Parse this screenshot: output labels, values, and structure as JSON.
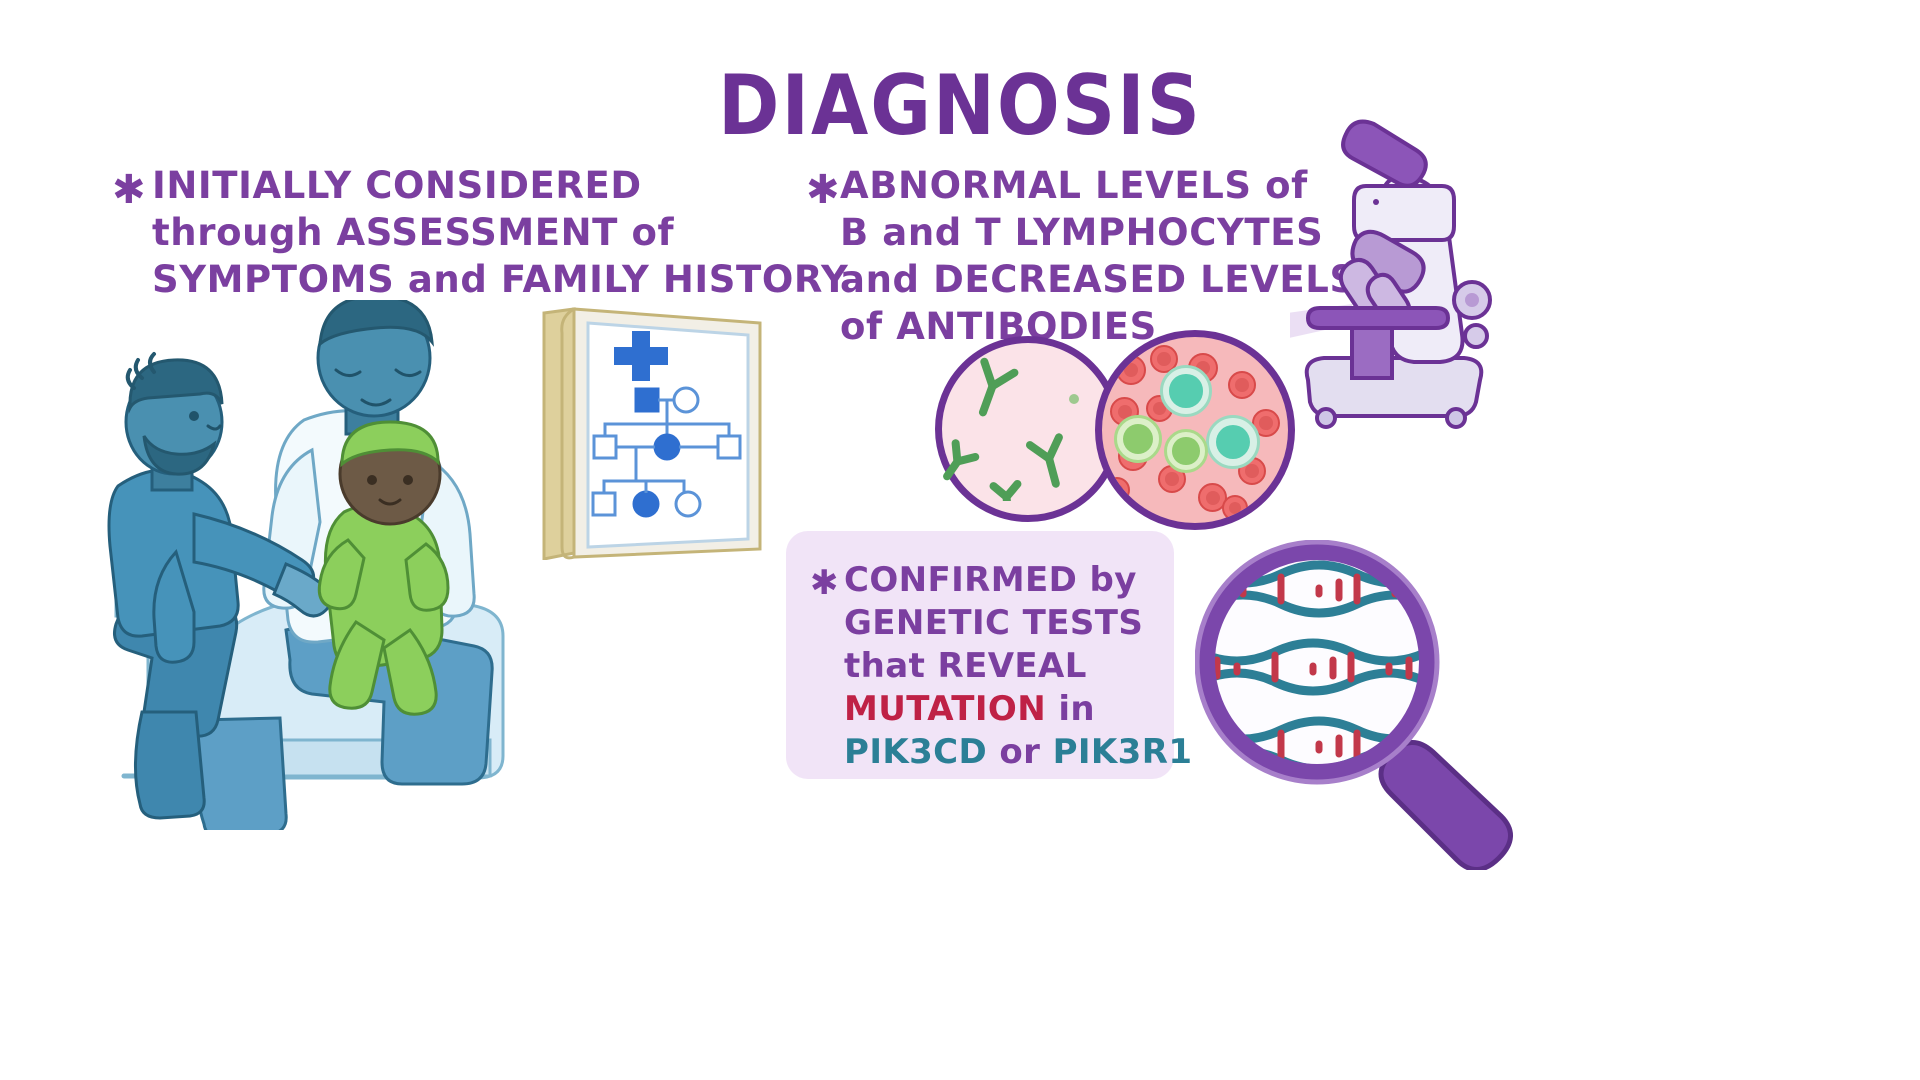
{
  "page": {
    "title": "DIAGNOSIS",
    "background_color": "#ffffff"
  },
  "colors": {
    "purple": "#7b3fa0",
    "title_purple": "#6b3295",
    "mutation_red": "#bf2146",
    "gene_teal": "#2b7f96",
    "card_background": "#f1e4f7",
    "folder_tan": "#ddd09a",
    "chart_blue": "#2f6fd0",
    "antibody_green": "#4f9e57",
    "rbc_red": "#ef6d6d",
    "lymphocyte_teal": "#56cdb0",
    "dna_teal": "#2d7f96",
    "dna_red": "#c2384a"
  },
  "bullets": {
    "initially_considered": {
      "marker": "asterisk-icon",
      "lines": [
        "INITIALLY CONSIDERED",
        "through ASSESSMENT of",
        "SYMPTOMS and FAMILY HISTORY"
      ]
    },
    "abnormal_levels": {
      "marker": "asterisk-icon",
      "lines": [
        "ABNORMAL LEVELS of",
        "B and T LYMPHOCYTES",
        "and DECREASED LEVELS",
        "of ANTIBODIES"
      ]
    },
    "confirmed_by_genetic_tests": {
      "marker": "asterisk-icon",
      "lines": [
        "CONFIRMED by",
        "GENETIC TESTS",
        "that REVEAL"
      ],
      "mutation_word": "MUTATION",
      "in_word": " in",
      "gene_one": "PIK3CD",
      "or_word": " or ",
      "gene_two": "PIK3R1"
    }
  },
  "illustrations": {
    "consultation_scene": {
      "name": "doctor-examining-baby-on-parents-lap",
      "figures": [
        "doctor",
        "parent",
        "infant"
      ]
    },
    "folder_chart": {
      "name": "medical-folder-with-pedigree-chart",
      "cross_symbol": "medical-cross-icon",
      "pedigree_generations": 3
    },
    "antibody_circle": {
      "name": "antibody-microscope-view",
      "contents": "Y-shaped antibodies"
    },
    "blood_circle": {
      "name": "blood-smear-microscope-view",
      "contents": "red blood cells and lymphocytes"
    },
    "microscope": {
      "name": "microscope-icon"
    },
    "magnifier_dna": {
      "name": "magnifying-glass-over-dna-icon",
      "helix_count": 3
    }
  }
}
